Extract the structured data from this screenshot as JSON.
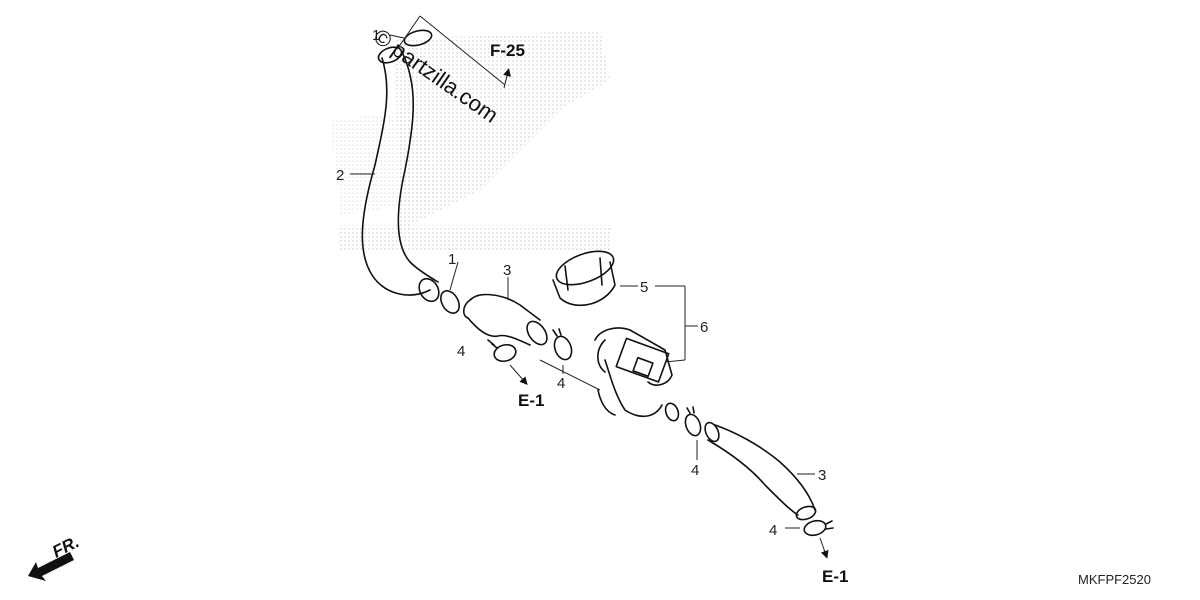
{
  "diagram": {
    "code": "MKFPF2520",
    "watermark": "© partzilla.com",
    "references": {
      "f25": "F-25",
      "e1_left": "E-1",
      "e1_right": "E-1"
    },
    "front_label": "FR.",
    "callouts": {
      "c1_top": "1",
      "c1_mid": "1",
      "c2": "2",
      "c3_upper": "3",
      "c3_lower": "3",
      "c4_left": "4",
      "c4_center": "4",
      "c4_mid": "4",
      "c4_lower": "4",
      "c5": "5",
      "c6": "6"
    }
  }
}
